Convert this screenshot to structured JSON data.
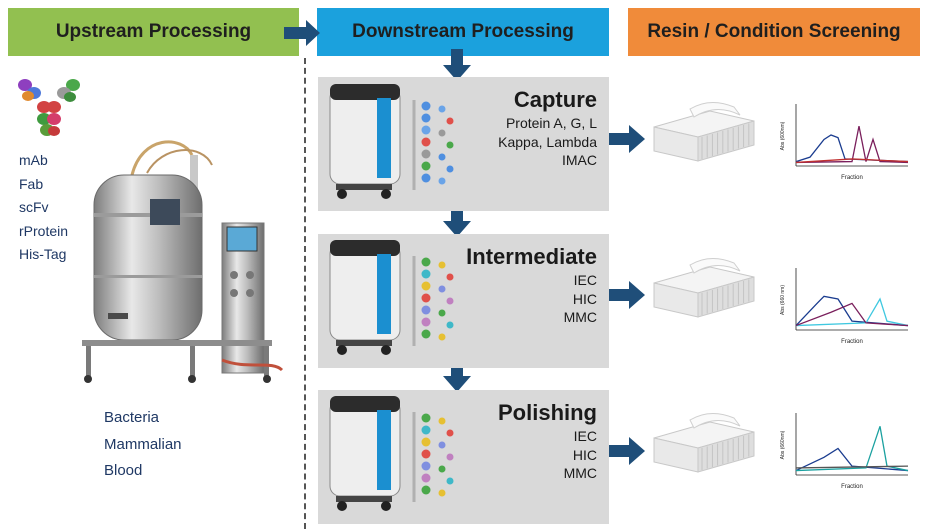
{
  "headers": {
    "upstream": "Upstream Processing",
    "downstream": "Downstream Processing",
    "resin": "Resin / Condition Screening"
  },
  "molecules": [
    "mAb",
    "Fab",
    "scFv",
    "rProtein",
    "His-Tag"
  ],
  "cells": [
    "Bacteria",
    "Mammalian",
    "Blood"
  ],
  "steps": [
    {
      "title": "Capture",
      "items": [
        "Protein A, G, L",
        "Kappa, Lambda",
        "IMAC"
      ]
    },
    {
      "title": "Intermediate",
      "items": [
        "IEC",
        "HIC",
        "MMC"
      ]
    },
    {
      "title": "Polishing",
      "items": [
        "IEC",
        "HIC",
        "MMC"
      ]
    }
  ],
  "plots": [
    {
      "xlabel": "Fraction",
      "ylabel": "Abs (600nm)"
    },
    {
      "xlabel": "Fraction",
      "ylabel": "Abs (660 nm)"
    },
    {
      "xlabel": "Fraction",
      "ylabel": "Abs (660nm)"
    }
  ],
  "colors": {
    "upstream": "#92c050",
    "downstream": "#1ba1dd",
    "resin": "#f08b3a",
    "arrow": "#1f4e79"
  }
}
